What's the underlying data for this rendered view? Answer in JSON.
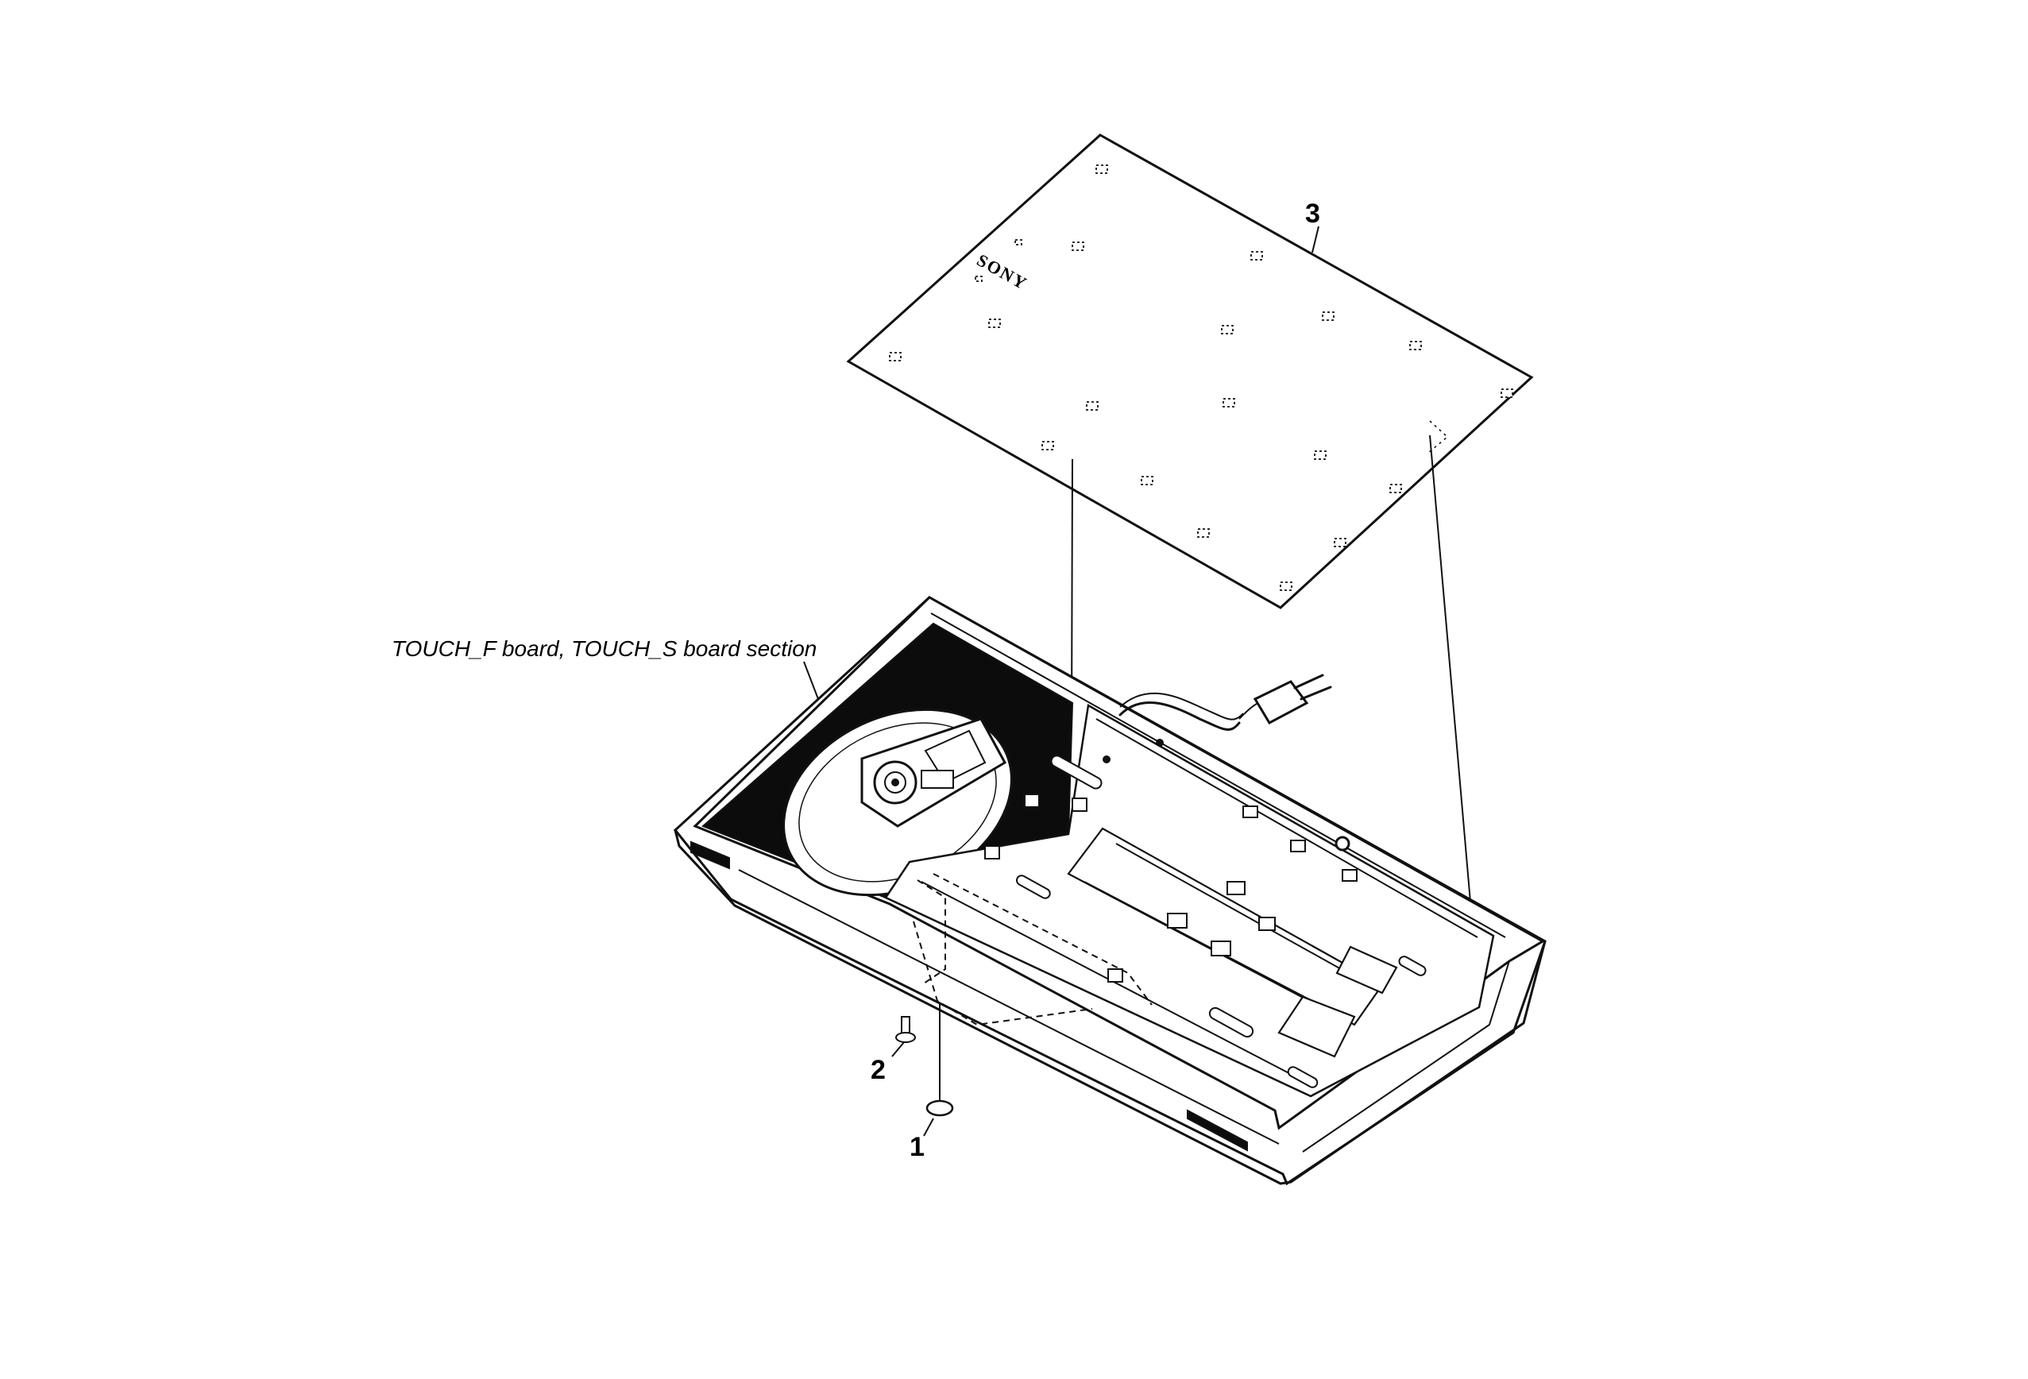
{
  "callouts": {
    "section_label": "TOUCH_F board, TOUCH_S board section"
  },
  "parts": [
    {
      "number": "1"
    },
    {
      "number": "2"
    },
    {
      "number": "3"
    }
  ],
  "logo": {
    "text": "SONY"
  }
}
